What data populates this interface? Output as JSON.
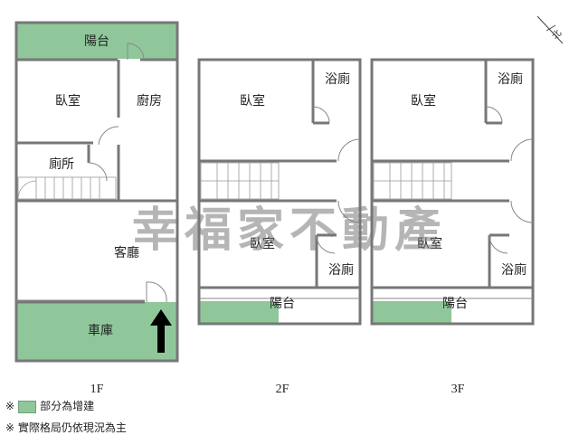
{
  "floors": [
    {
      "label": "1F",
      "rooms": {
        "balcony": "陽台",
        "bedroom": "臥室",
        "kitchen": "廚房",
        "toilet": "廁所",
        "living": "客廳",
        "garage": "車庫"
      }
    },
    {
      "label": "2F",
      "rooms": {
        "bedroom_top": "臥室",
        "bath_top": "浴廁",
        "bedroom_bottom": "臥室",
        "bath_bottom": "浴廁",
        "balcony": "陽台"
      }
    },
    {
      "label": "3F",
      "rooms": {
        "bedroom_top": "臥室",
        "bath_top": "浴廁",
        "bedroom_bottom": "臥室",
        "bath_bottom": "浴廁",
        "balcony": "陽台"
      }
    }
  ],
  "compass": {
    "label": "北"
  },
  "watermark": "幸福家不動產",
  "legend": {
    "mark": "※",
    "text": "部分為增建",
    "swatch_color": "#8fc79b"
  },
  "note": {
    "mark": "※",
    "text": "實際格局仍依現況為主"
  },
  "colors": {
    "addition": "#8fc79b",
    "wall": "#777777"
  }
}
